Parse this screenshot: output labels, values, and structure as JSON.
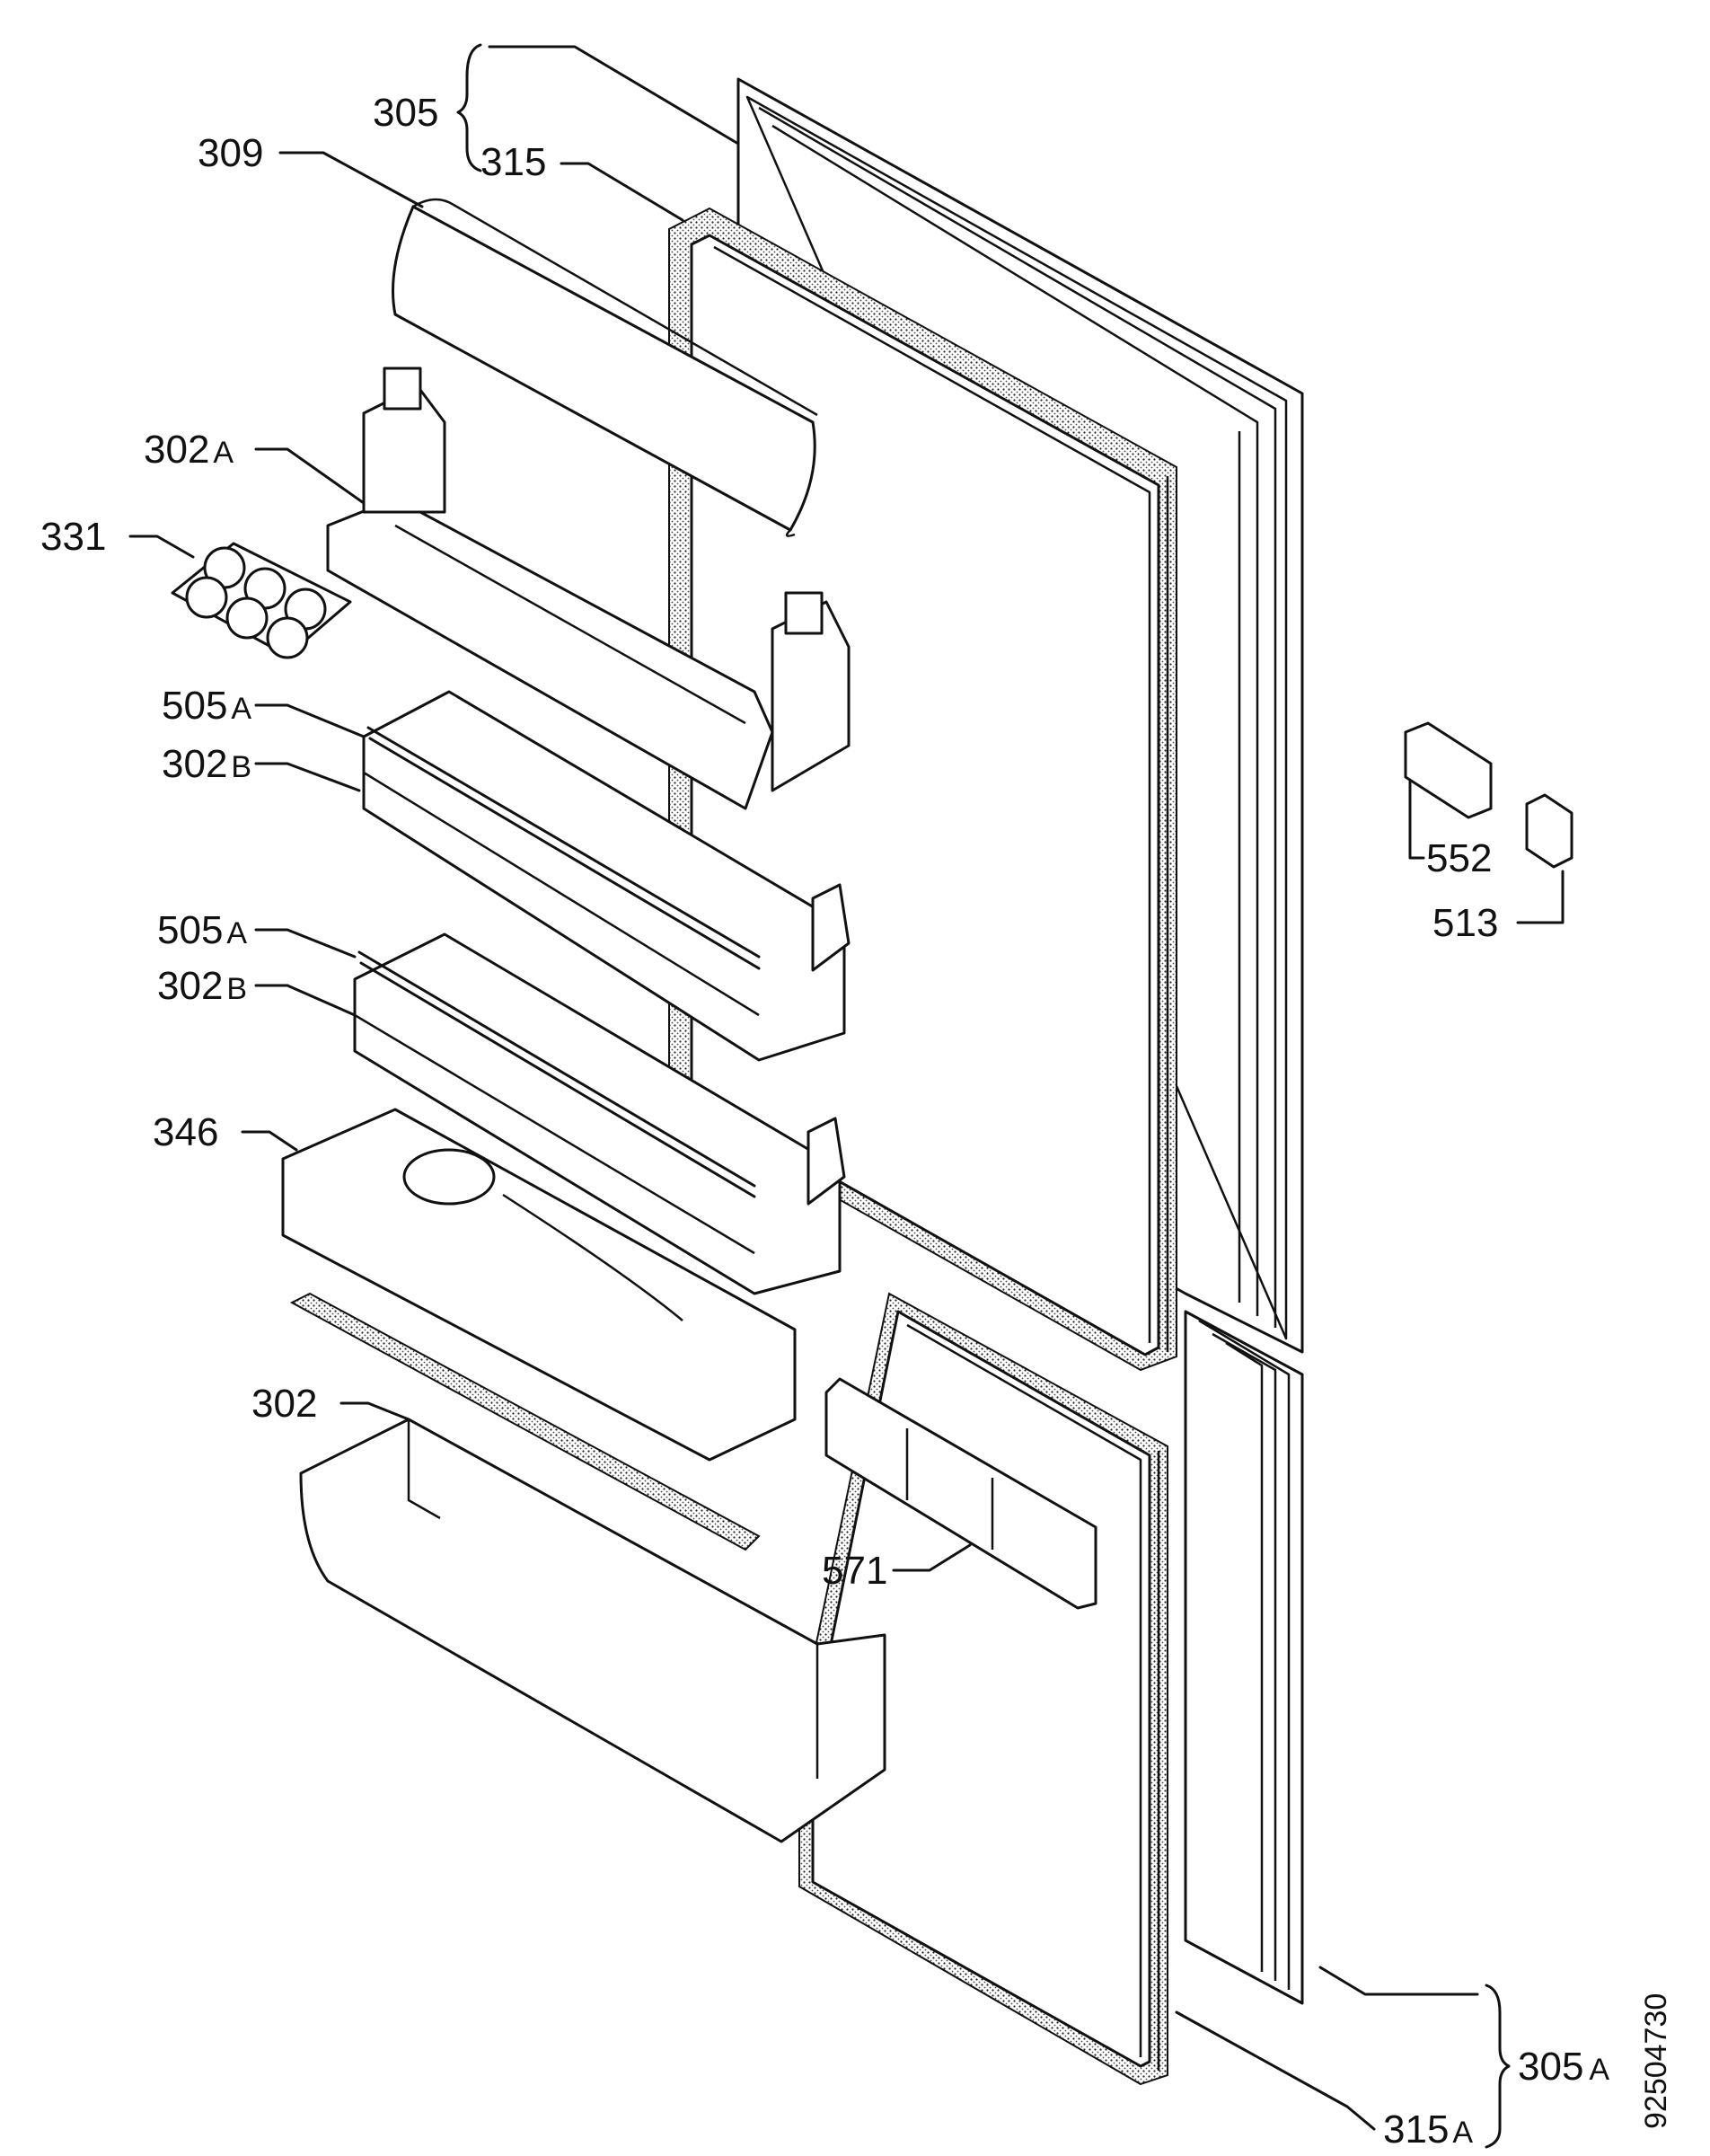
{
  "diagram": {
    "labels": {
      "l305": "305",
      "l315": "315",
      "l309": "309",
      "l302A": "302",
      "l302A_suffix": "A",
      "l331": "331",
      "l505A_1": "505",
      "l505A_1_suffix": "A",
      "l302B_1": "302",
      "l302B_1_suffix": "B",
      "l505A_2": "505",
      "l505A_2_suffix": "A",
      "l302B_2": "302",
      "l302B_2_suffix": "B",
      "l346": "346",
      "l302": "302",
      "l571": "571",
      "l552": "552",
      "l513": "513",
      "l305A": "305",
      "l305A_suffix": "A",
      "l315A": "315",
      "l315A_suffix": "A"
    },
    "drawing_number": "92504730"
  }
}
